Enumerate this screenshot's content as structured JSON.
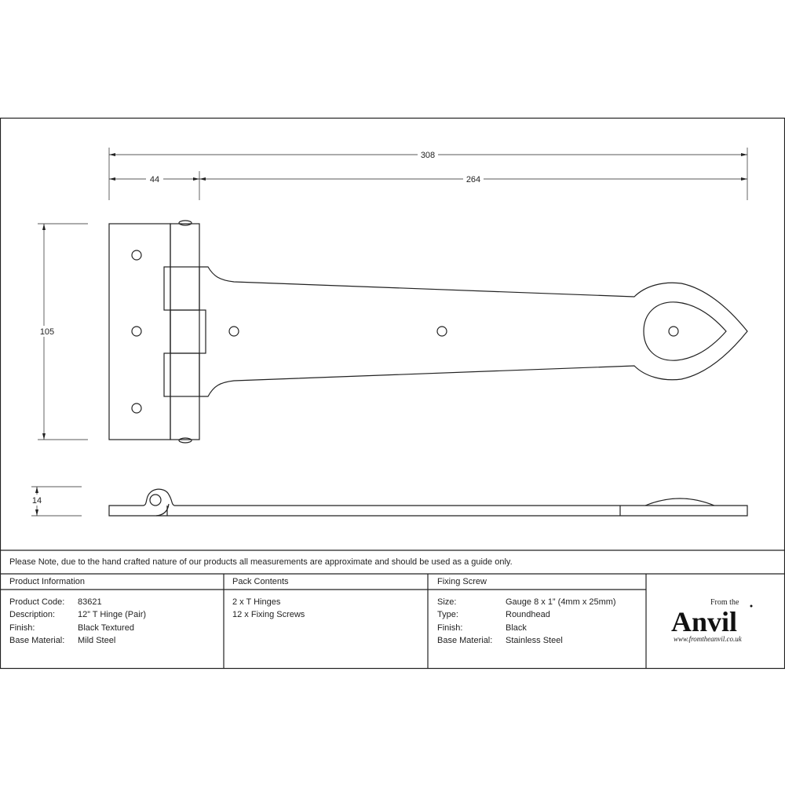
{
  "dimensions": {
    "overall_length": "308",
    "leaf_width": "44",
    "strap_length": "264",
    "height": "105",
    "thickness": "14"
  },
  "note": "Please Note, due to the hand crafted nature of our products all measurements are approximate and should be used as a guide only.",
  "product_information": {
    "heading": "Product Information",
    "rows": [
      {
        "label": "Product Code:",
        "value": "83621"
      },
      {
        "label": "Description:",
        "value": "12” T Hinge (Pair)"
      },
      {
        "label": "Finish:",
        "value": "Black Textured"
      },
      {
        "label": "Base Material:",
        "value": "Mild Steel"
      }
    ]
  },
  "pack_contents": {
    "heading": "Pack Contents",
    "items": [
      "2 x T Hinges",
      "12 x Fixing Screws"
    ]
  },
  "fixing_screw": {
    "heading": "Fixing Screw",
    "rows": [
      {
        "label": "Size:",
        "value": "Gauge 8 x 1” (4mm x 25mm)"
      },
      {
        "label": "Type:",
        "value": "Roundhead"
      },
      {
        "label": "Finish:",
        "value": "Black"
      },
      {
        "label": "Base Material:",
        "value": "Stainless Steel"
      }
    ]
  },
  "logo": {
    "from_the": "From the",
    "brand": "Anvil",
    "url": "www.fromtheanvil.co.uk"
  }
}
